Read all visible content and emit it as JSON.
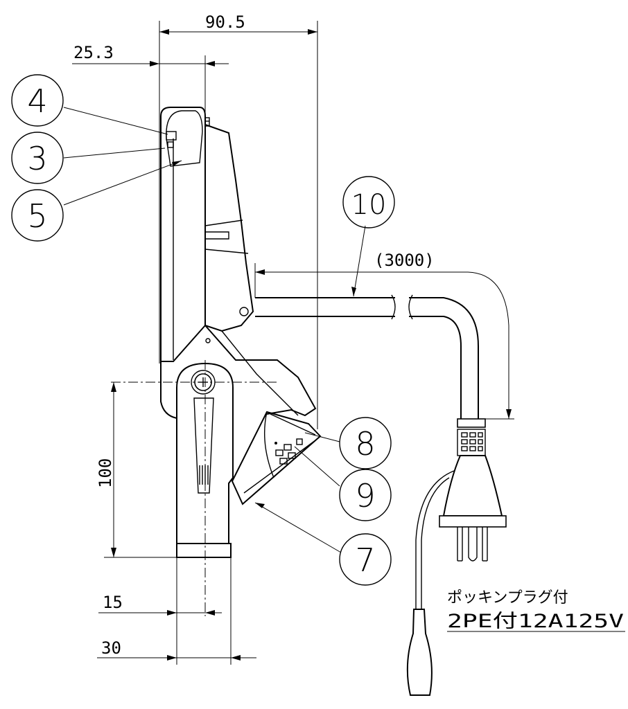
{
  "dimensions": {
    "overall_width": "90.5",
    "offset_width": "25.3",
    "cord_length": "(3000)",
    "height": "100",
    "small_width": "15",
    "base_width": "30"
  },
  "callouts": [
    "4",
    "3",
    "5",
    "10",
    "8",
    "9",
    "7"
  ],
  "plug_note": {
    "line1": "ポッキンプラグ付",
    "line2": "2PE付12A125V"
  }
}
